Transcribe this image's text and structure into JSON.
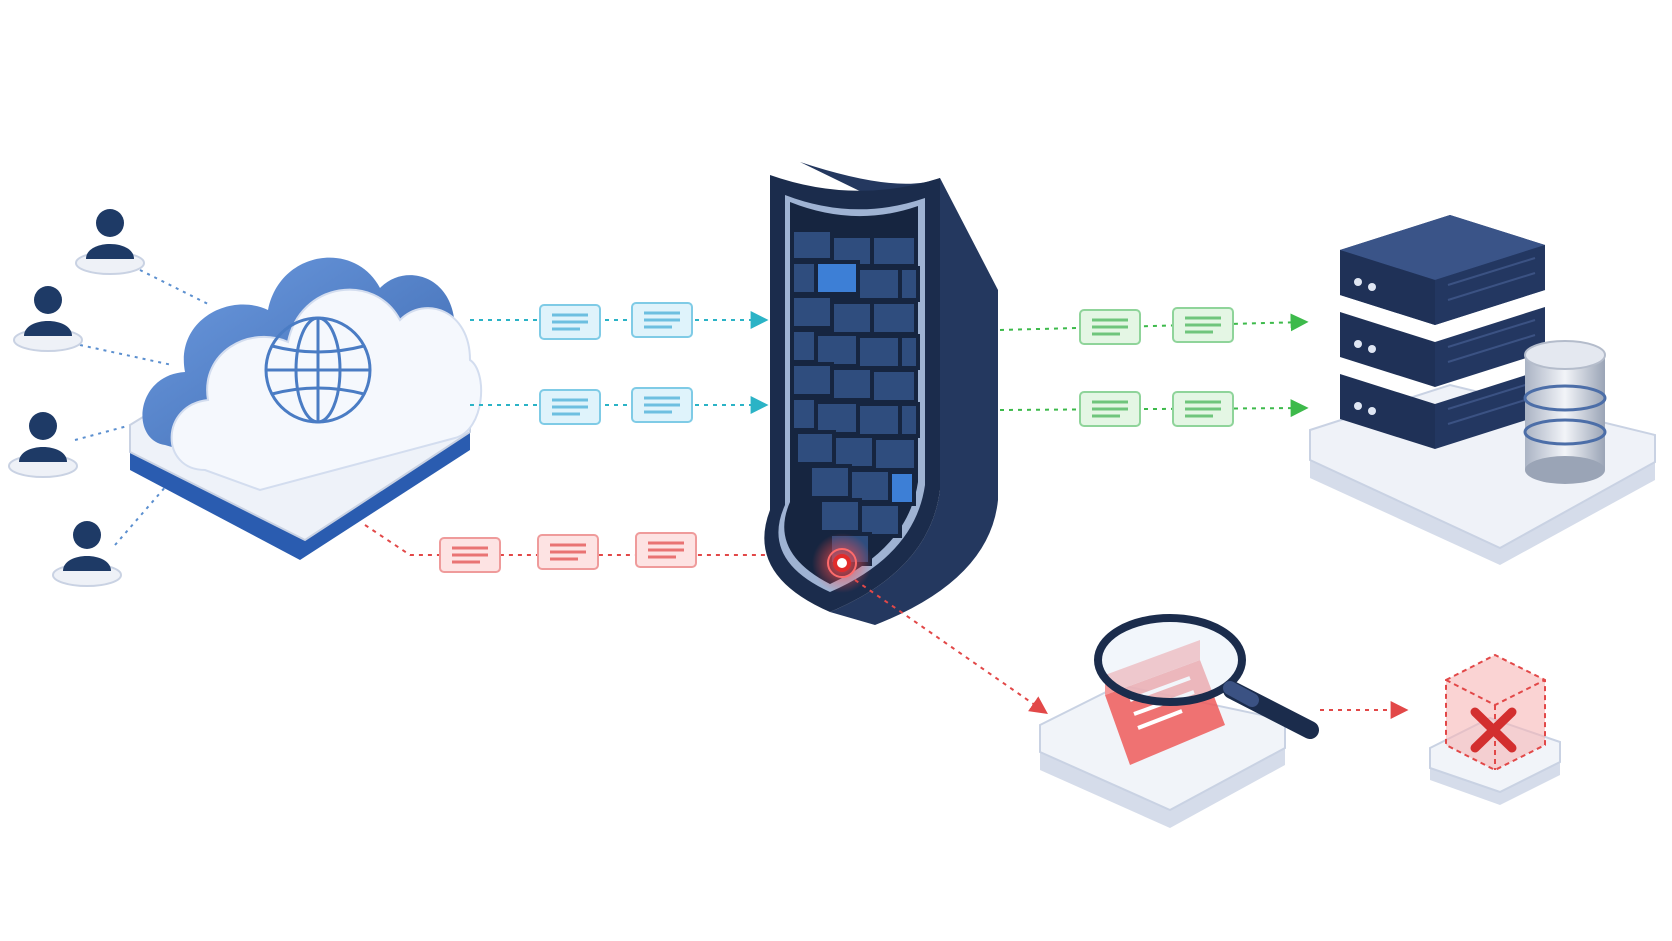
{
  "colors": {
    "user": "#1e3a66",
    "cloud": "#4a7cc4",
    "shield_dark": "#1b2c4c",
    "shield_brick": "#2f4d7e",
    "shield_brick_lit": "#3d7fd6",
    "allowed_in": "#2bb3c6",
    "allowed_out": "#3dba4b",
    "blocked": "#e24848",
    "server": "#23375f",
    "platform": "#e9edf6"
  },
  "icons": {
    "users": [
      "user-icon",
      "user-icon",
      "user-icon",
      "user-icon"
    ],
    "cloud": "cloud-globe-icon",
    "firewall": "firewall-shield-icon",
    "server": "server-rack-icon",
    "database": "database-icon",
    "inspector": "magnifying-glass-icon",
    "drop": "blocked-cube-icon"
  },
  "flows": {
    "inbound_allowed": 2,
    "outbound_allowed": 2,
    "blocked": 1
  }
}
